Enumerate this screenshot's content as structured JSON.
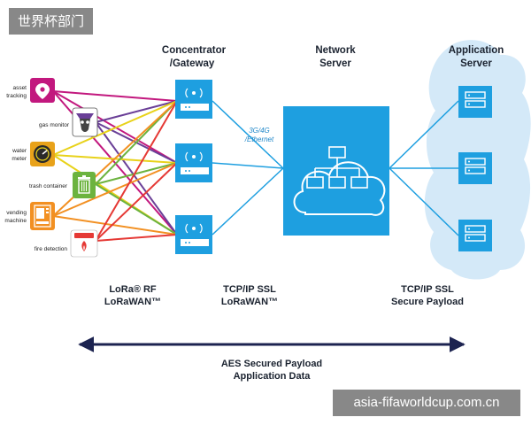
{
  "watermarks": {
    "top_left": "世界杯部门",
    "bottom_right": "asia-fifaworldcup.com.cn"
  },
  "headers": {
    "concentrator_line1": "Concentrator",
    "concentrator_line2": "/Gateway",
    "network_line1": "Network",
    "network_line2": "Server",
    "application_line1": "Application",
    "application_line2": "Server"
  },
  "devices": [
    {
      "line1": "asset",
      "line2": "tracking",
      "icon": "map-pin-icon",
      "color": "#c2187e"
    },
    {
      "line1": "gas monitor",
      "line2": "",
      "icon": "gas-mask-icon",
      "color": "#ffffff"
    },
    {
      "line1": "water",
      "line2": "meter",
      "icon": "gauge-icon",
      "color": "#e8a21a"
    },
    {
      "line1": "trash container",
      "line2": "",
      "icon": "trash-can-icon",
      "color": "#6cb33f"
    },
    {
      "line1": "vending",
      "line2": "machine",
      "icon": "vending-machine-icon",
      "color": "#f29022"
    },
    {
      "line1": "fire detection",
      "line2": "",
      "icon": "fire-alarm-icon",
      "color": "#e53935"
    }
  ],
  "gateways": [
    {
      "icon": "gateway-antenna-icon"
    },
    {
      "icon": "gateway-antenna-icon"
    },
    {
      "icon": "gateway-antenna-icon"
    }
  ],
  "backhaul_label": {
    "line1": "3G/4G",
    "line2": "/Ethernet"
  },
  "network_server_icon": "cloud-hierarchy-icon",
  "app_server_icons": [
    "server-icon",
    "server-icon",
    "server-icon"
  ],
  "protocols": {
    "rf_line1": "LoRa® RF",
    "rf_line2": "LoRaWAN™",
    "tcp_line1": "TCP/IP SSL",
    "tcp_line2": "LoRaWAN™",
    "secure_line1": "TCP/IP SSL",
    "secure_line2": "Secure Payload"
  },
  "aes": {
    "line1": "AES Secured Payload",
    "line2": "Application Data"
  },
  "colors": {
    "accent_blue": "#1e9fe0",
    "dark_text": "#1b2330",
    "cloud_fill": "#d4e9f8",
    "arrow": "#1c2350"
  }
}
